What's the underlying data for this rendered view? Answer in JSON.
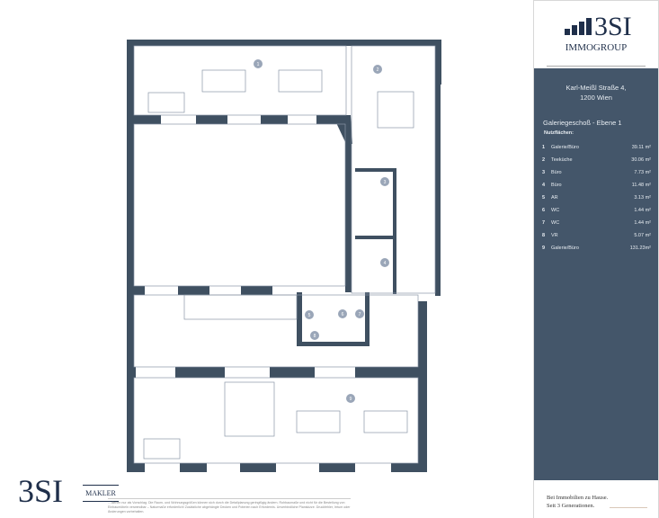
{
  "logo": {
    "brand": "3SI",
    "subtitle": "IMMOGROUP"
  },
  "address": {
    "line1": "Karl-Meißl Straße 4,",
    "line2": "1200 Wien"
  },
  "section_title": "Galeriegeschoß - Ebene 1",
  "areas_label": "Nutzflächen:",
  "rooms": [
    {
      "no": "1",
      "name": "Galerie/Büro",
      "area": "39.11 m²"
    },
    {
      "no": "2",
      "name": "Teeküche",
      "area": "30.06 m²"
    },
    {
      "no": "3",
      "name": "Büro",
      "area": "7.73 m²"
    },
    {
      "no": "4",
      "name": "Büro",
      "area": "11.48 m²"
    },
    {
      "no": "5",
      "name": "AR",
      "area": "3.13 m²"
    },
    {
      "no": "6",
      "name": "WC",
      "area": "1.44 m²"
    },
    {
      "no": "7",
      "name": "WC",
      "area": "1.44 m²"
    },
    {
      "no": "8",
      "name": "VR",
      "area": "5.07 m²"
    },
    {
      "no": "9",
      "name": "Galerie/Büro",
      "area": "131.23m²"
    }
  ],
  "footer": {
    "line1": "Bei Immobilien zu Hause.",
    "line2": "Seit 3 Generationen."
  },
  "makler": {
    "brand": "3SI",
    "label": "MAKLER"
  },
  "disclaimer": "…dienen nur als Vorschlag. Die Raum- und Wohnungsgrößen können sich durch die Detailplanung geringfügig ändern. Rohbaumaße und nicht für die Bestellung von Einbaumöbeln verwendbar – Naturmaße erforderlich! Zusätzliche abgehängte Decken und Poterien nach Erfordernis. Unverbindliche Planskizze. Druckfehler, Irrtum oder Änderungen vorbehalten.",
  "colors": {
    "wall": "#3f5061",
    "panel": "#44566a",
    "marker": "#9aa6b8"
  }
}
